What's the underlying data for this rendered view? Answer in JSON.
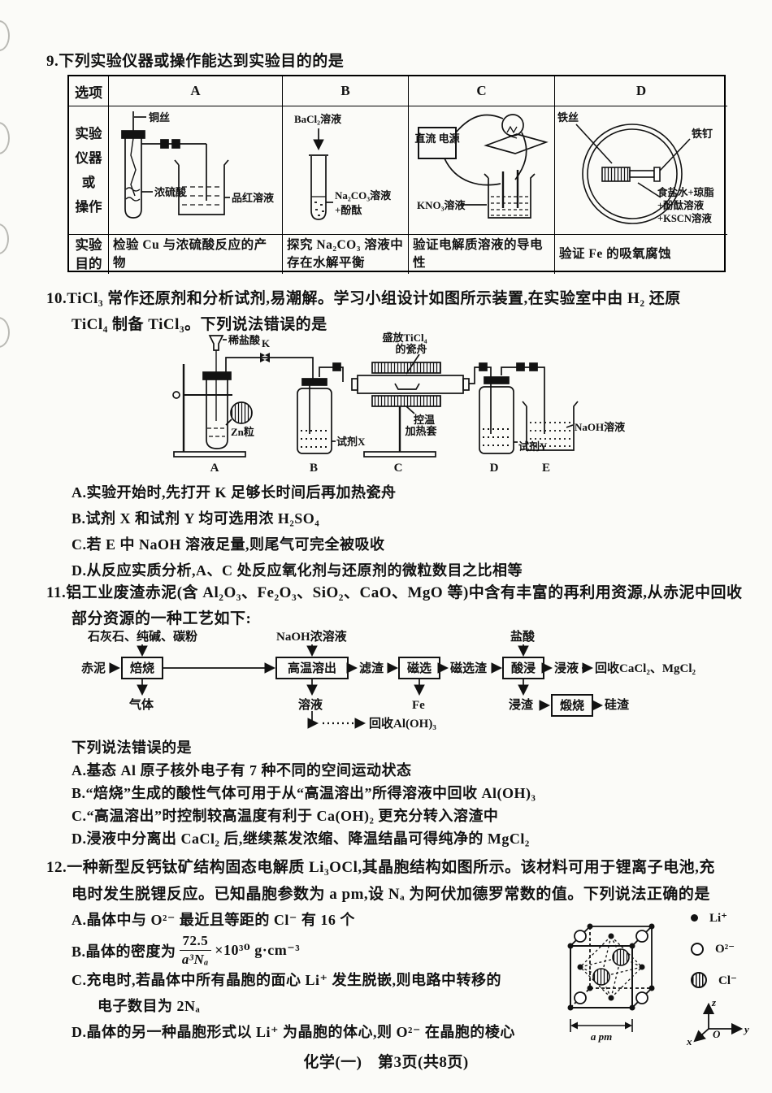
{
  "page": {
    "footer": "化学(一)　第3页(共8页)"
  },
  "q9": {
    "stem": "9.下列实验仪器或操作能达到实验目的的是",
    "header": {
      "c0": "选项",
      "c1": "A",
      "c2": "B",
      "c3": "C",
      "c4": "D"
    },
    "apparatus_label": "实验\n仪器\n或\n操作",
    "purpose_label": "实验\n目的",
    "a": {
      "wire": "铜丝",
      "acid": "浓硫酸",
      "dye": "品红溶液",
      "purpose": "检验 Cu 与浓硫酸反应的产物"
    },
    "b": {
      "top": "BaCl₂溶液",
      "sol1": "Na₂CO₃溶液",
      "sol2": "+酚酞",
      "purpose": "探究 Na₂CO₃ 溶液中存在水解平衡"
    },
    "c": {
      "power": "直流\n电源",
      "sol": "KNO₃溶液",
      "purpose": "验证电解质溶液的导电性"
    },
    "d": {
      "wire": "铁丝",
      "nail": "铁钉",
      "sol1": "食盐水+琼脂",
      "sol2": "+酚酞溶液",
      "sol3": "+KSCN溶液",
      "purpose": "验证 Fe 的吸氧腐蚀"
    }
  },
  "q10": {
    "stem1": "10.TiCl₃ 常作还原剂和分析试剂,易潮解。学习小组设计如图所示装置,在实验室中由 H₂ 还原",
    "stem2": "TiCl₄ 制备 TiCl₃。下列说法错误的是",
    "diagram": {
      "acid": "稀盐酸",
      "k": "K",
      "zn": "Zn粒",
      "x": "试剂X",
      "boat1": "盛放TiCl₄",
      "boat2": "的瓷舟",
      "heat1": "控温",
      "heat2": "加热套",
      "y": "试剂Y",
      "naoh": "NaOH溶液",
      "la": "A",
      "lb": "B",
      "lc": "C",
      "ld": "D",
      "le": "E"
    },
    "optA": "A.实验开始时,先打开 K 足够长时间后再加热瓷舟",
    "optB": "B.试剂 X 和试剂 Y 均可选用浓 H₂SO₄",
    "optC": "C.若 E 中 NaOH 溶液足量,则尾气可完全被吸收",
    "optD": "D.从反应实质分析,A、C 处反应氧化剂与还原剂的微粒数目之比相等"
  },
  "q11": {
    "stem1": "11.铝工业废渣赤泥(含 Al₂O₃、Fe₂O₃、SiO₂、CaO、MgO 等)中含有丰富的再利用资源,从赤泥中回收",
    "stem2": "部分资源的一种工艺如下:",
    "flow": {
      "in1": "石灰石、纯碱、碳粉",
      "in2": "NaOH浓溶液",
      "in3": "盐酸",
      "start": "赤泥",
      "box1": "焙烧",
      "box2": "高温溶出",
      "t1": "滤渣",
      "box3": "磁选",
      "t2": "磁选渣",
      "box4": "酸浸",
      "t3": "浸液",
      "end1": "回收CaCl₂、MgCl₂",
      "d1": "气体",
      "d2": "溶液",
      "d3": "Fe",
      "d4": "浸渣",
      "box5": "煅烧",
      "end2": "硅渣",
      "recover": "回收Al(OH)₃"
    },
    "stem3": "下列说法错误的是",
    "optA": "A.基态 Al 原子核外电子有 7 种不同的空间运动状态",
    "optB": "B.“焙烧”生成的酸性气体可用于从“高温溶出”所得溶液中回收 Al(OH)₃",
    "optC": "C.“高温溶出”时控制较高温度有利于 Ca(OH)₂ 更充分转入溶渣中",
    "optD": "D.浸液中分离出 CaCl₂ 后,继续蒸发浓缩、降温结晶可得纯净的 MgCl₂"
  },
  "q12": {
    "stem1": "12.一种新型反钙钛矿结构固态电解质 Li₃OCl,其晶胞结构如图所示。该材料可用于锂离子电池,充",
    "stem2": "电时发生脱锂反应。已知晶胞参数为 a pm,设 Nₐ 为阿伏加德罗常数的值。下列说法正确的是",
    "optA": "A.晶体中与 O²⁻ 最近且等距的 Cl⁻ 有 16 个",
    "optB_prefix": "B.晶体的密度为",
    "optB_num": "72.5",
    "optB_den": "a³Nₐ",
    "optB_suffix": "×10³⁰ g·cm⁻³",
    "optC1": "C.充电时,若晶体中所有晶胞的面心 Li⁺ 发生脱嵌,则电路中转移的",
    "optC2": "电子数目为 2Nₐ",
    "optD": "D.晶体的另一种晶胞形式以 Li⁺ 为晶胞的体心,则 O²⁻ 在晶胞的棱心",
    "cell_param": "a pm",
    "legend": {
      "li": "Li⁺",
      "o": "O²⁻",
      "cl": "Cl⁻"
    },
    "axes": {
      "x": "x",
      "y": "y",
      "z": "z",
      "o": "O"
    }
  }
}
